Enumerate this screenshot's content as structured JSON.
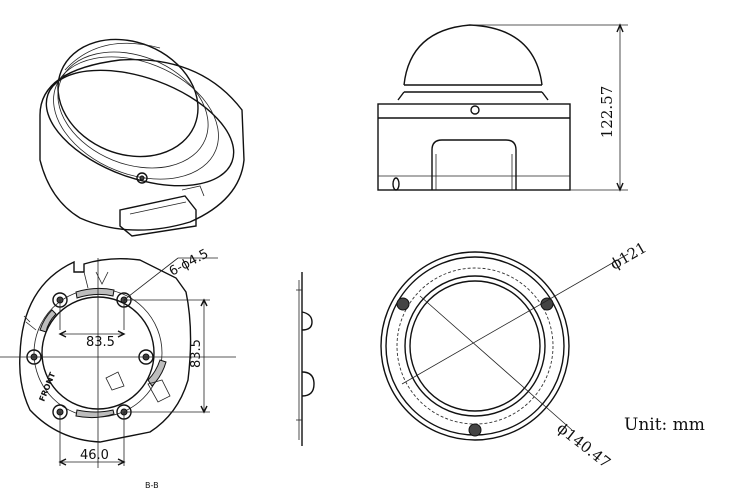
{
  "dimensions": {
    "height": "122.57",
    "holes": "6-ϕ4.5",
    "outer_diameter": "ϕ121",
    "flange_diameter": "ϕ140.47",
    "bracket_spacing_a": "83.5",
    "bracket_spacing_b": "83.5",
    "bracket_spacing_c": "46.0"
  },
  "labels": {
    "front_marking": "FRONT",
    "section_marker": "B-B",
    "unit": "Unit: mm"
  }
}
